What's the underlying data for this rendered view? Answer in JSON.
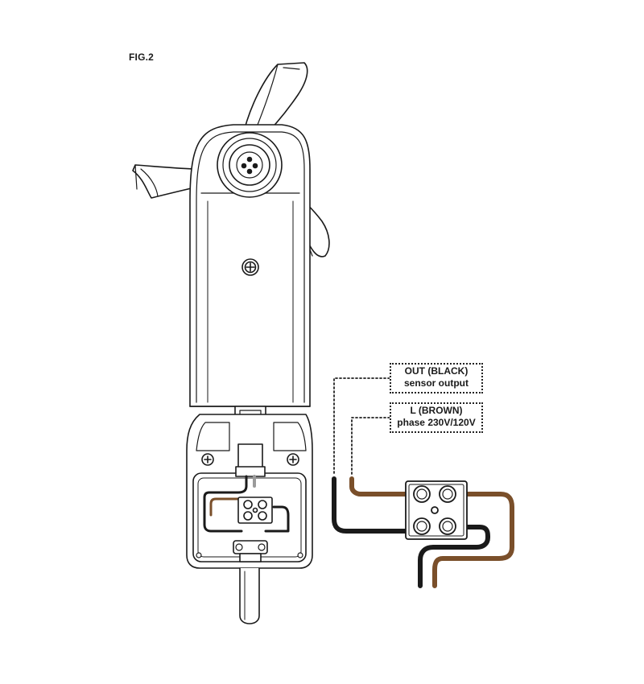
{
  "figure": {
    "label": "FIG.2"
  },
  "callouts": {
    "out": {
      "line1": "OUT (BLACK)",
      "line2": "sensor output"
    },
    "l": {
      "line1": "L (BROWN)",
      "line2": "phase 230V/120V"
    }
  },
  "colors": {
    "line": "#1a1a1a",
    "brown_wire": "#7a4f2a",
    "black_wire": "#1a1a1a",
    "grey_wire": "#9a9a9a"
  }
}
